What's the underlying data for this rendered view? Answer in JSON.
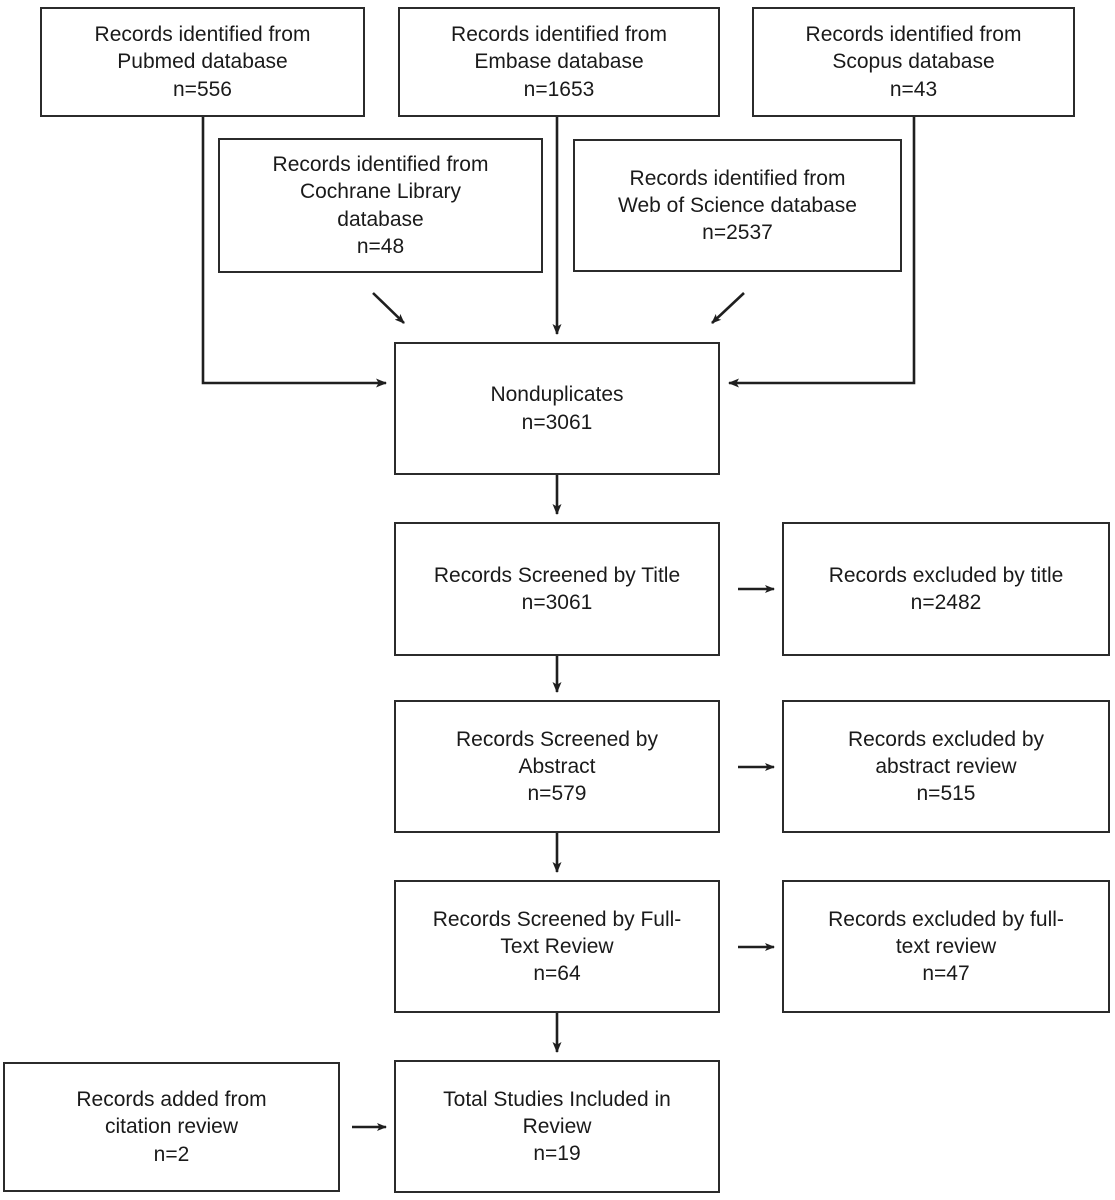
{
  "diagram": {
    "type": "prisma-flow-diagram",
    "title": "",
    "line_color": "#2b2b2b",
    "box_fill": "#ffffff",
    "text_color": "#1a1a1a"
  },
  "nodes": {
    "pubmed": {
      "label": "Records identified from\nPubmed database\nn=556",
      "source": "Pubmed database",
      "count": 556
    },
    "embase": {
      "label": "Records identified from\nEmbase database\nn=1653",
      "source": "Embase database",
      "count": 1653
    },
    "scopus": {
      "label": "Records identified from\nScopus database\nn=43",
      "source": "Scopus database",
      "count": 43
    },
    "cochrane": {
      "label": "Records identified from\nCochrane Library\ndatabase\nn=48",
      "source": "Cochrane Library database",
      "count": 48
    },
    "webofscience": {
      "label": "Records identified from\nWeb of Science database\nn=2537",
      "source": "Web of Science database",
      "count": 2537
    },
    "nonduplicates": {
      "label": "Nonduplicates\nn=3061",
      "stage": "Nonduplicates",
      "count": 3061
    },
    "screened_title": {
      "label": "Records Screened by Title\nn=3061",
      "stage": "Records Screened by Title",
      "count": 3061
    },
    "excluded_title": {
      "label": "Records excluded by title\nn=2482",
      "stage": "Records excluded by title",
      "count": 2482
    },
    "screened_abstract": {
      "label": "Records Screened by\nAbstract\nn=579",
      "stage": "Records Screened by Abstract",
      "count": 579
    },
    "excluded_abstract": {
      "label": "Records excluded by\nabstract review\nn=515",
      "stage": "Records excluded by abstract review",
      "count": 515
    },
    "screened_fulltext": {
      "label": "Records Screened by Full-\nText Review\nn=64",
      "stage": "Records Screened by Full-Text Review",
      "count": 64
    },
    "excluded_fulltext": {
      "label": "Records excluded by full-\ntext review\nn=47",
      "stage": "Records excluded by full-text review",
      "count": 47
    },
    "citation_added": {
      "label": "Records added from\ncitation review\nn=2",
      "stage": "Records added from citation review",
      "count": 2
    },
    "total_included": {
      "label": "Total Studies Included in\nReview\nn=19",
      "stage": "Total Studies Included in Review",
      "count": 19
    }
  },
  "edges": [
    {
      "from": "pubmed",
      "to": "nonduplicates",
      "style": "elbow-right"
    },
    {
      "from": "embase",
      "to": "nonduplicates",
      "style": "straight-down"
    },
    {
      "from": "scopus",
      "to": "nonduplicates",
      "style": "elbow-left"
    },
    {
      "from": "cochrane",
      "to": "nonduplicates",
      "style": "diagonal-down-right"
    },
    {
      "from": "webofscience",
      "to": "nonduplicates",
      "style": "diagonal-down-left"
    },
    {
      "from": "nonduplicates",
      "to": "screened_title",
      "style": "straight-down"
    },
    {
      "from": "screened_title",
      "to": "excluded_title",
      "style": "straight-right"
    },
    {
      "from": "screened_title",
      "to": "screened_abstract",
      "style": "straight-down"
    },
    {
      "from": "screened_abstract",
      "to": "excluded_abstract",
      "style": "straight-right"
    },
    {
      "from": "screened_abstract",
      "to": "screened_fulltext",
      "style": "straight-down"
    },
    {
      "from": "screened_fulltext",
      "to": "excluded_fulltext",
      "style": "straight-right"
    },
    {
      "from": "screened_fulltext",
      "to": "total_included",
      "style": "straight-down"
    },
    {
      "from": "citation_added",
      "to": "total_included",
      "style": "straight-right"
    }
  ]
}
